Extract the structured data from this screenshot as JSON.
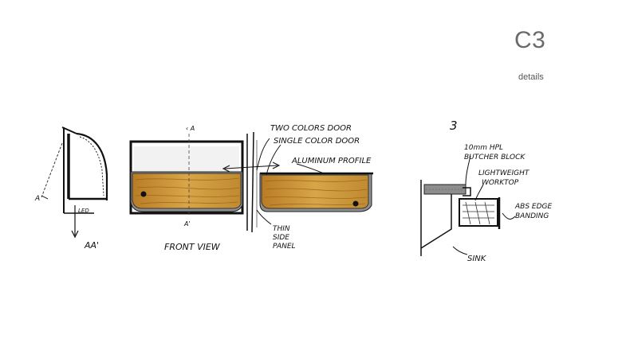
{
  "header": {
    "title": "C3",
    "subtitle": "details"
  },
  "colors": {
    "wood": "#d19a3a",
    "wood_dark": "#a8701e",
    "gray_panel": "#9c9c9c",
    "ink": "#111111"
  },
  "section_sketch": {
    "section_label": "AA'",
    "led_label": "LED",
    "cut_mark": "A"
  },
  "front_view": {
    "title": "FRONT VIEW",
    "mark_top": "‹ A",
    "mark_bottom": "A'",
    "labels": {
      "two_colors": "TWO COLORS DOOR",
      "single_color": "SINGLE COLOR DOOR",
      "aluminium": "ALUMINUM PROFILE",
      "thin_side": "THIN",
      "thin_side_2": "SIDE",
      "thin_side_3": "PANEL"
    }
  },
  "detail3": {
    "number": "3",
    "labels": {
      "hpl_1": "10mm HPL",
      "hpl_2": "BUTCHER BLOCK",
      "light_1": "LIGHTWEIGHT",
      "light_2": "WORKTOP",
      "abs_1": "ABS EDGE",
      "abs_2": "BANDING",
      "sink": "SINK"
    }
  }
}
